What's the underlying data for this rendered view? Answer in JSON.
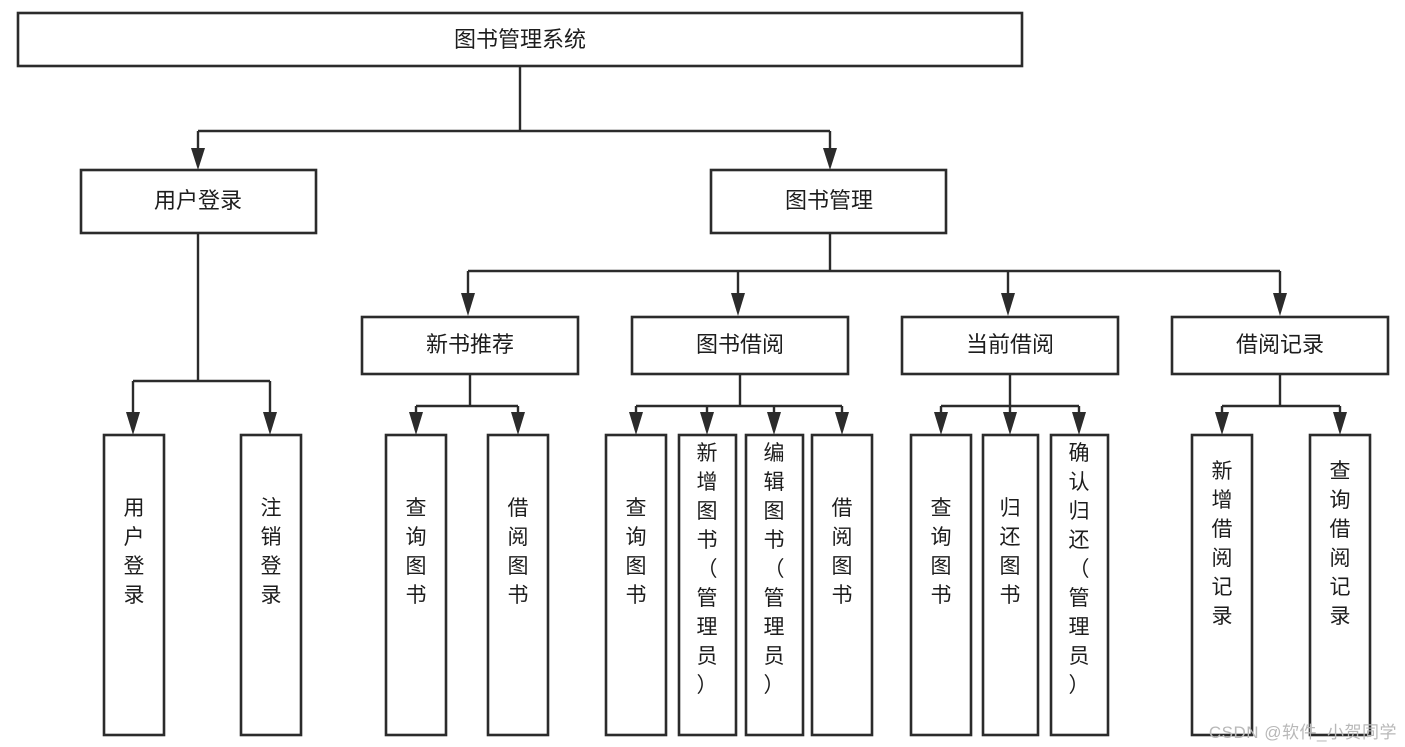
{
  "diagram": {
    "title": "图书管理系统",
    "type": "hierarchy-tree",
    "levels": 4,
    "watermark": "CSDN @软件_小贺同学",
    "colors": {
      "background": "#ffffff",
      "box_stroke": "#2b2b2b",
      "box_fill": "#ffffff",
      "text": "#1d1d1d",
      "connector": "#2b2b2b",
      "watermark": "#b8b8b8"
    }
  },
  "nodes": {
    "root": {
      "label": "图书管理系统",
      "orientation": "horizontal"
    },
    "level2": [
      {
        "label": "用户登录",
        "orientation": "horizontal"
      },
      {
        "label": "图书管理",
        "orientation": "horizontal"
      }
    ],
    "level3": [
      {
        "label": "新书推荐",
        "orientation": "horizontal"
      },
      {
        "label": "图书借阅",
        "orientation": "horizontal"
      },
      {
        "label": "当前借阅",
        "orientation": "horizontal"
      },
      {
        "label": "借阅记录",
        "orientation": "horizontal"
      }
    ],
    "leaves": {
      "user_login": [
        {
          "label": "用户登录",
          "orientation": "vertical"
        },
        {
          "label": "注销登录",
          "orientation": "vertical"
        }
      ],
      "new_book_recommend": [
        {
          "label": "查询图书",
          "orientation": "vertical"
        },
        {
          "label": "借阅图书",
          "orientation": "vertical"
        }
      ],
      "book_borrow": [
        {
          "label": "查询图书",
          "orientation": "vertical"
        },
        {
          "label": "新增图书（管理员）",
          "orientation": "vertical"
        },
        {
          "label": "编辑图书（管理员）",
          "orientation": "vertical"
        },
        {
          "label": "借阅图书",
          "orientation": "vertical"
        }
      ],
      "current_borrow": [
        {
          "label": "查询图书",
          "orientation": "vertical"
        },
        {
          "label": "归还图书",
          "orientation": "vertical"
        },
        {
          "label": "确认归还（管理员）",
          "orientation": "vertical"
        }
      ],
      "borrow_record": [
        {
          "label": "新增借阅记录",
          "orientation": "vertical"
        },
        {
          "label": "查询借阅记录",
          "orientation": "vertical"
        }
      ]
    }
  }
}
